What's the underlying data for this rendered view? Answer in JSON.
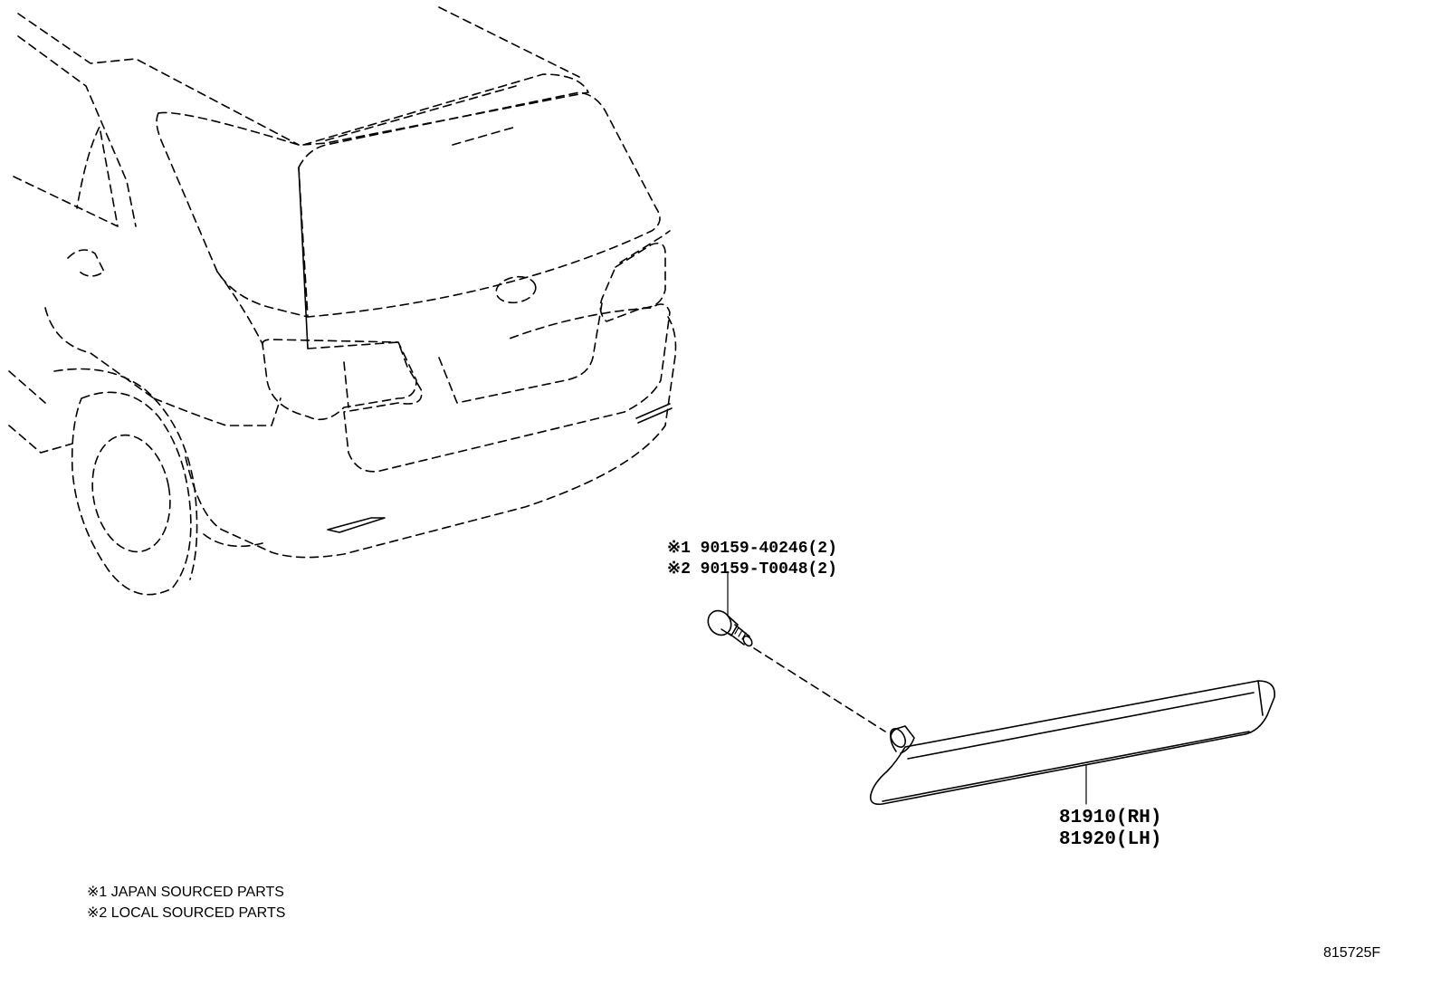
{
  "callouts": {
    "bolt_part_1": "※1 90159-40246(2)",
    "bolt_part_2": "※2 90159-T0048(2)",
    "reflector_rh": "81910(RH)",
    "reflector_lh": "81920(LH)"
  },
  "legend": {
    "note_1": "※1 JAPAN SOURCED PARTS",
    "note_2": "※2 LOCAL SOURCED PARTS"
  },
  "diagram_id": "815725F"
}
